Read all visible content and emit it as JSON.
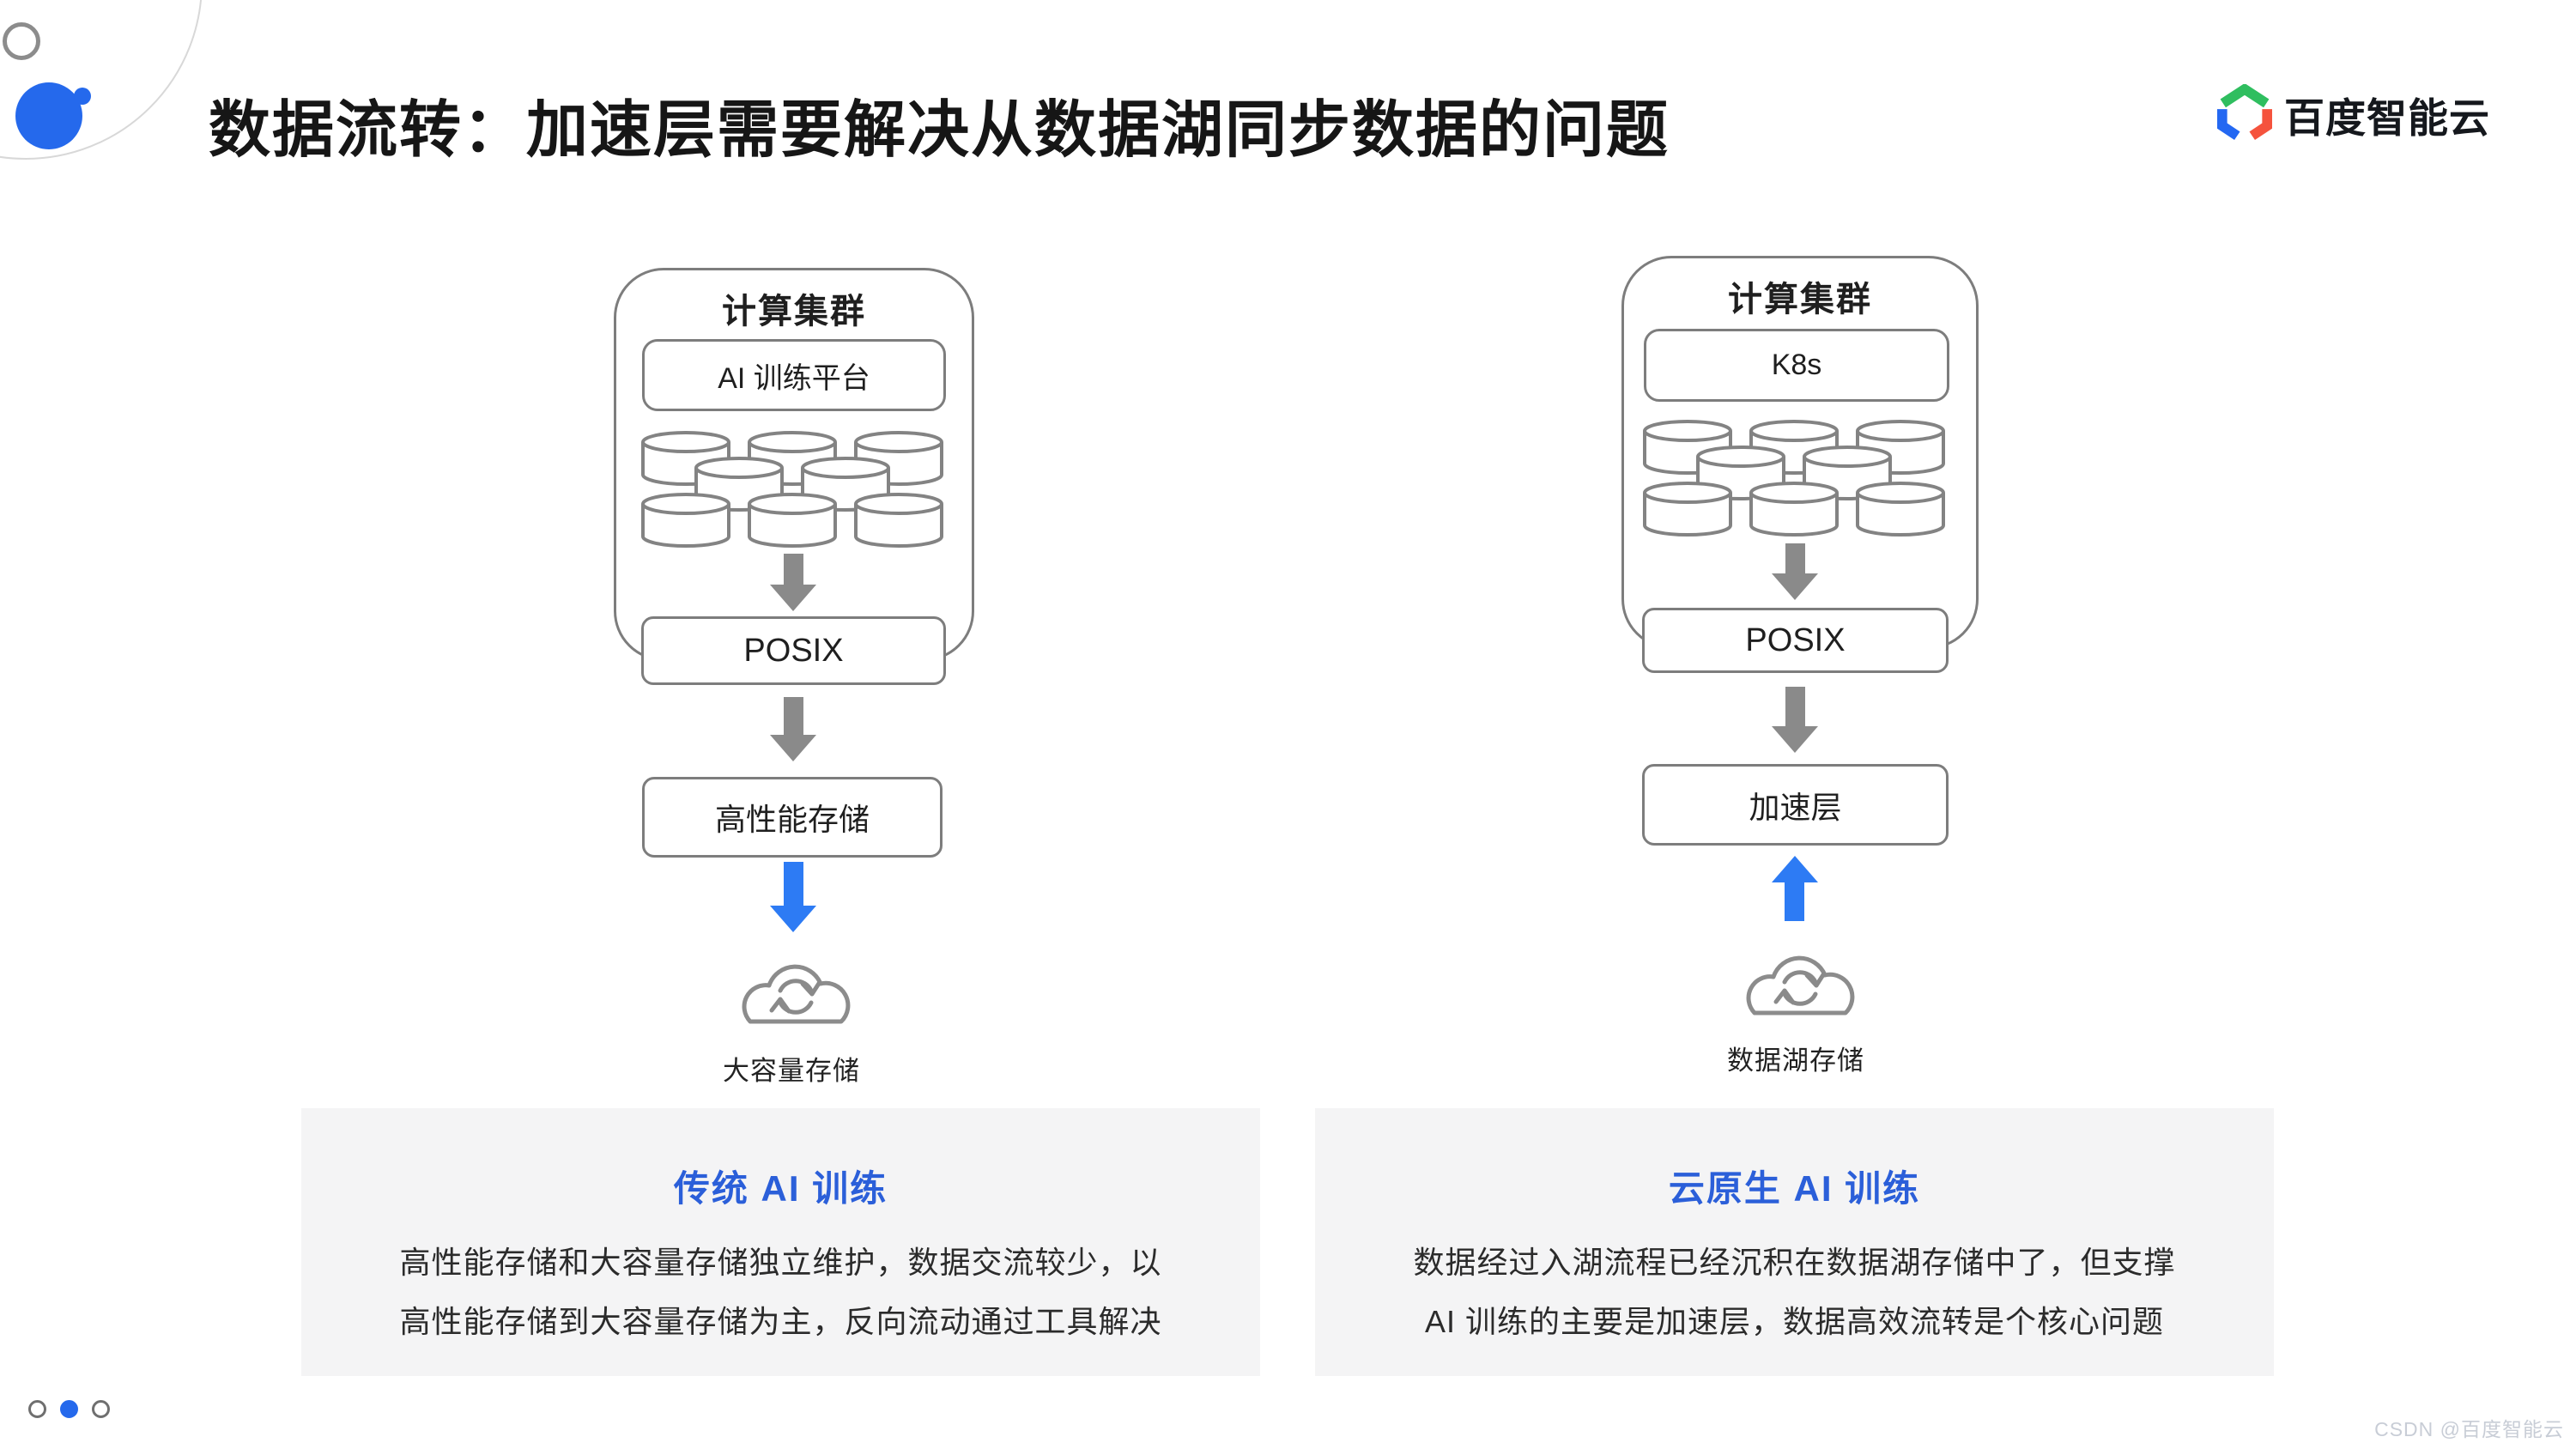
{
  "slide": {
    "title": "数据流转：加速层需要解决从数据湖同步数据的问题",
    "brand": "百度智能云",
    "watermark": "CSDN @百度智能云"
  },
  "colors": {
    "accent_blue": "#2569EC",
    "arrow_blue": "#2D7BF4",
    "panel_title_blue": "#2B5FD9",
    "arrow_gray": "#8a8a8a",
    "border_gray": "#7d7d7d",
    "panel_bg": "#f4f4f5",
    "logo_green": "#2FBE5F",
    "logo_red": "#F5533D",
    "logo_blue": "#2468F2"
  },
  "diagram_left": {
    "cluster_label": "计算集群",
    "platform_label": "AI 训练平台",
    "interface_label": "POSIX",
    "storage_label": "高性能存储",
    "cloud_label": "大容量存储",
    "flow": "down"
  },
  "diagram_right": {
    "cluster_label": "计算集群",
    "platform_label": "K8s",
    "interface_label": "POSIX",
    "storage_label": "加速层",
    "cloud_label": "数据湖存储",
    "flow": "up"
  },
  "panel_left": {
    "title": "传统 AI 训练",
    "line1": "高性能存储和大容量存储独立维护，数据交流较少，以",
    "line2": "高性能存储到大容量存储为主，反向流动通过工具解决"
  },
  "panel_right": {
    "title": "云原生 AI 训练",
    "line1": "数据经过入湖流程已经沉积在数据湖存储中了，但支撑",
    "line2": "AI 训练的主要是加速层，数据高效流转是个核心问题"
  },
  "pagination": {
    "total": 3,
    "active_index": 1
  }
}
